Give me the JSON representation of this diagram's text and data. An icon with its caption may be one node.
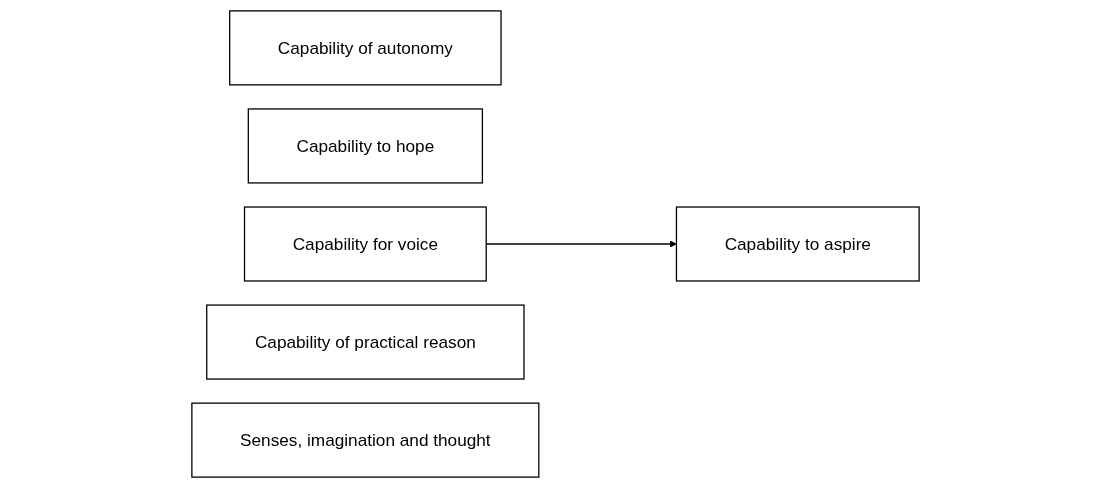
{
  "diagram": {
    "nodes": [
      {
        "text": [
          "Capability of autonomy"
        ]
      },
      {
        "text": [
          "Capability to hope"
        ]
      },
      {
        "text": [
          "Capability for voice"
        ]
      },
      {
        "text": [
          "Capability of practical reason"
        ]
      },
      {
        "text": [
          "Senses, imagination and thought"
        ]
      },
      {
        "text": [
          "Capability to aspire"
        ]
      }
    ],
    "edges": [
      {
        "from": 2,
        "to": 5,
        "arrow": "to"
      }
    ]
  }
}
